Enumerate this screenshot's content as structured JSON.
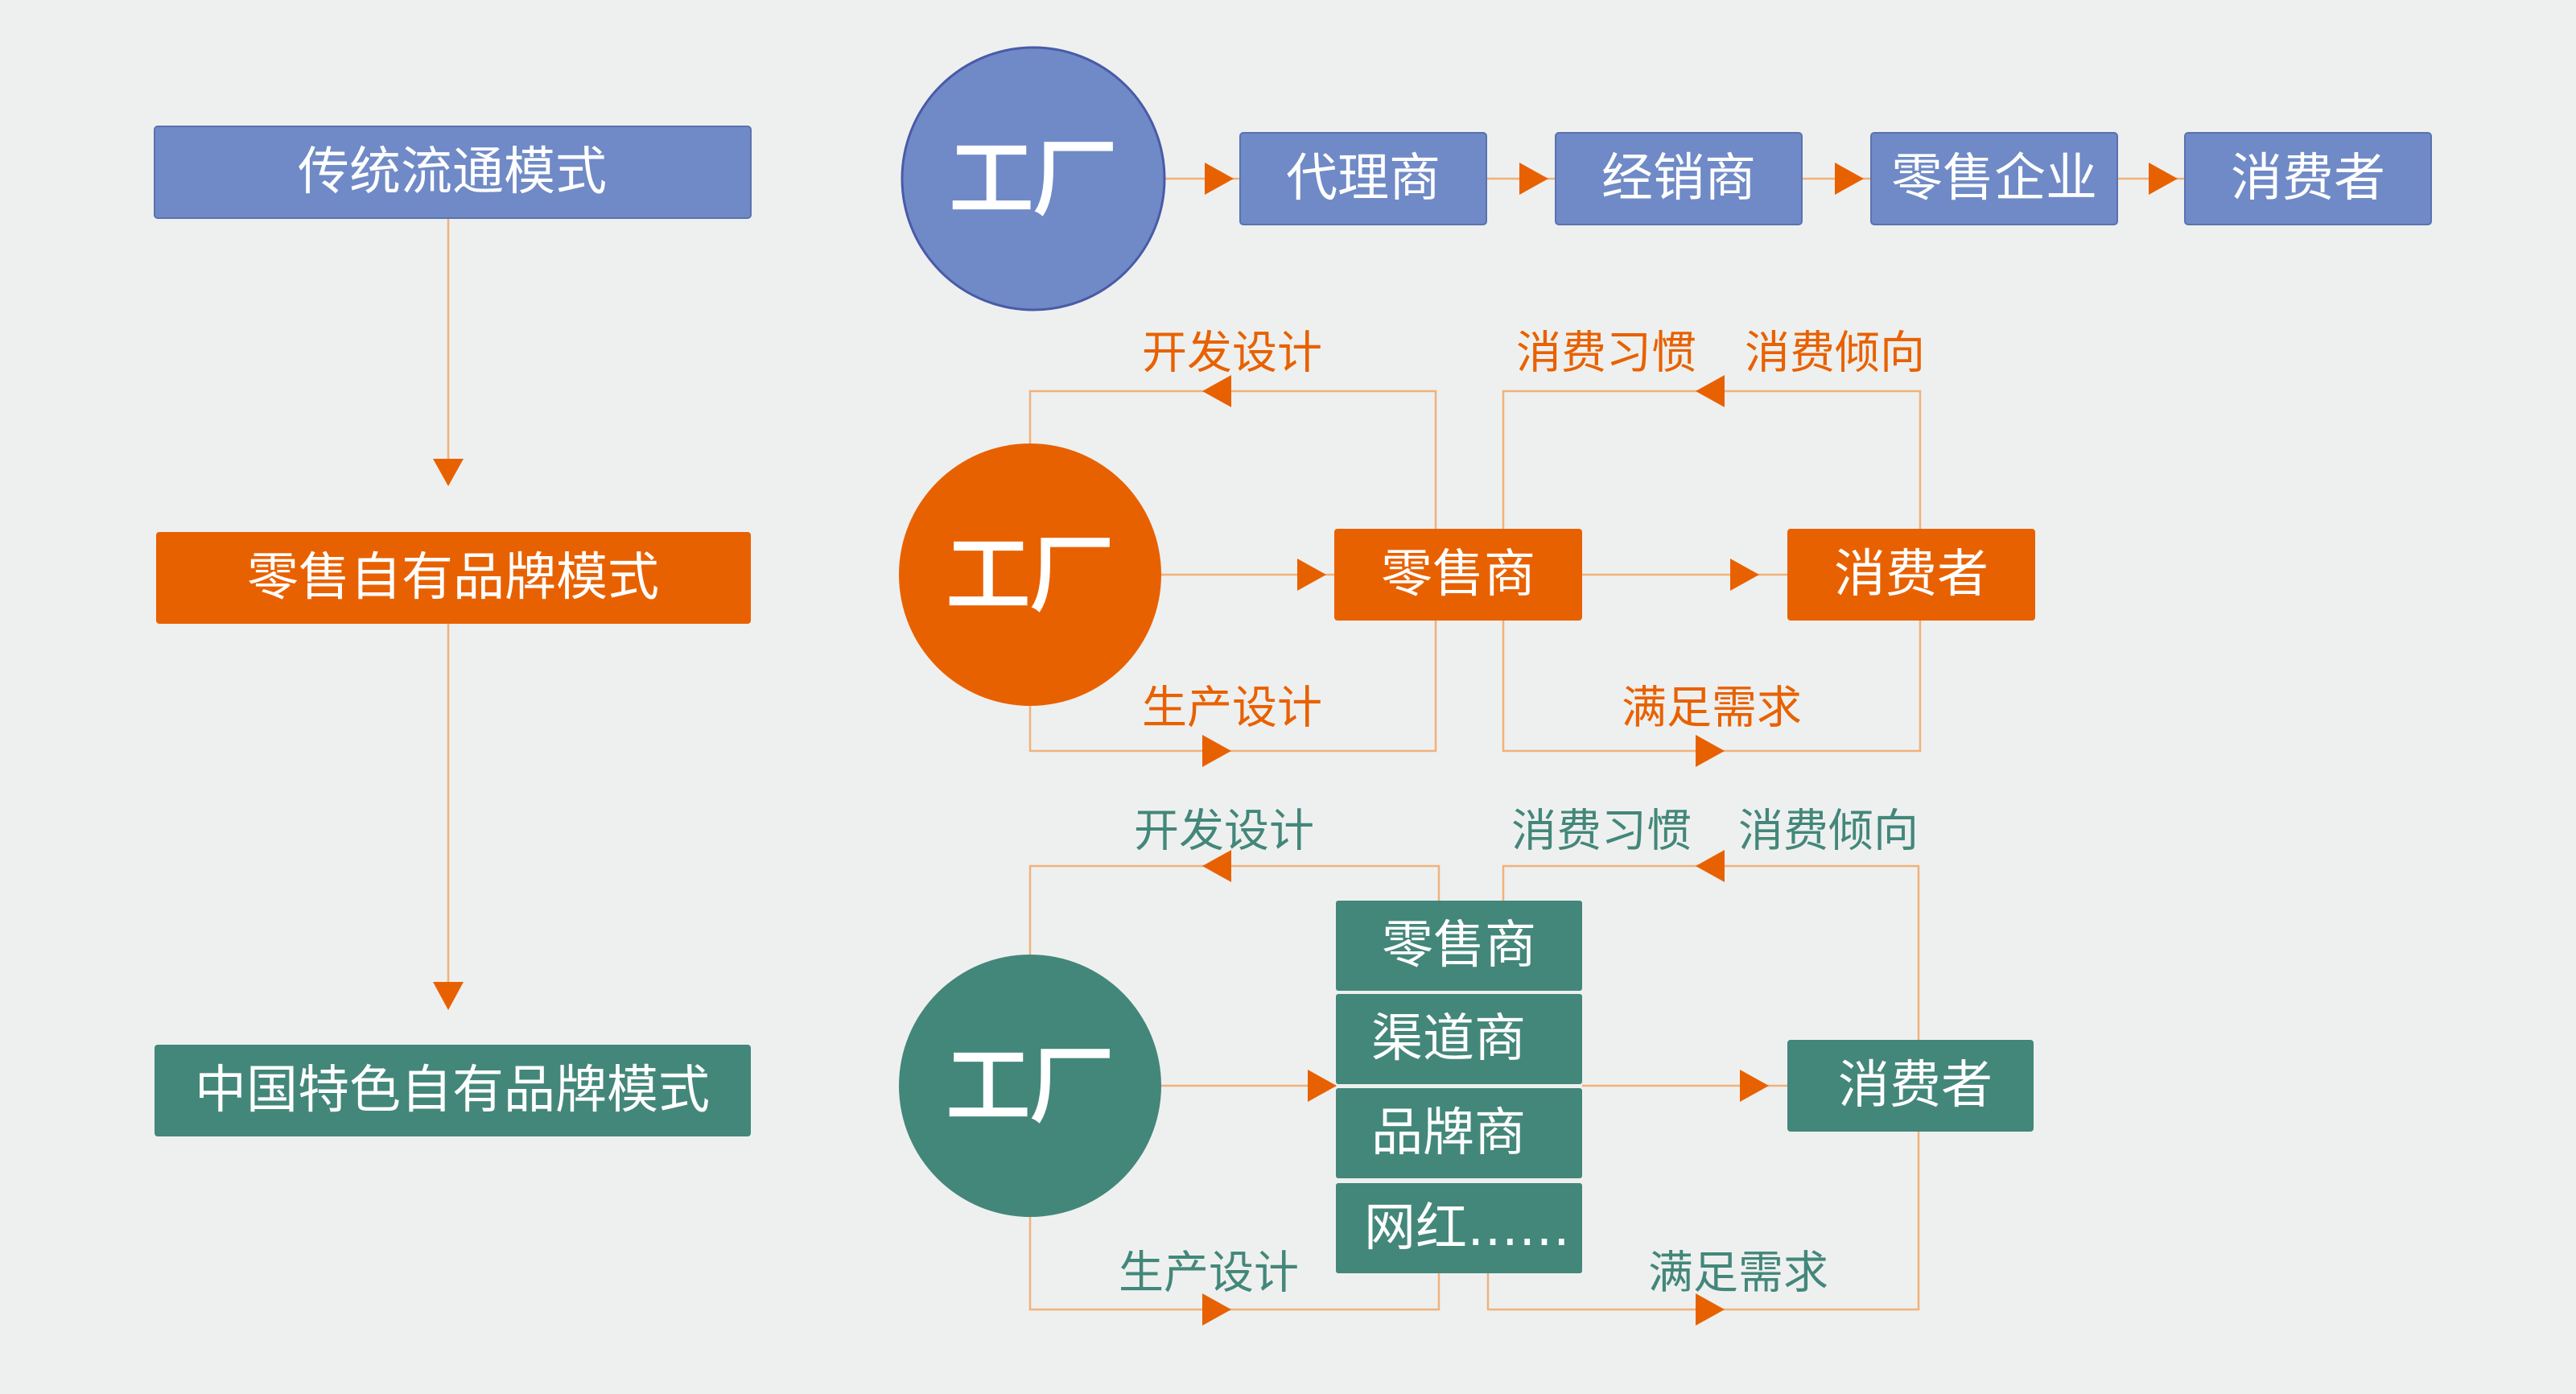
{
  "colors": {
    "blue": "#6f8ac6",
    "orange": "#e86100",
    "green": "#43877a",
    "background": "#eef0ef"
  },
  "modes": {
    "traditional": "传统流通模式",
    "retail_own_brand": "零售自有品牌模式",
    "china_own_brand": "中国特色自有品牌模式"
  },
  "row1": {
    "factory": "工厂",
    "chain": [
      "代理商",
      "经销商",
      "零售企业",
      "消费者"
    ]
  },
  "row2": {
    "factory": "工厂",
    "retailer": "零售商",
    "consumer": "消费者",
    "labels": {
      "develop": "开发设计",
      "habits": "消费习惯",
      "tendency": "消费倾向",
      "produce": "生产设计",
      "satisfy": "满足需求"
    }
  },
  "row3": {
    "factory": "工厂",
    "channels": [
      "零售商",
      "渠道商",
      "品牌商",
      "网红……"
    ],
    "consumer": "消费者",
    "labels": {
      "develop": "开发设计",
      "habits": "消费习惯",
      "tendency": "消费倾向",
      "produce": "生产设计",
      "satisfy": "满足需求"
    }
  }
}
